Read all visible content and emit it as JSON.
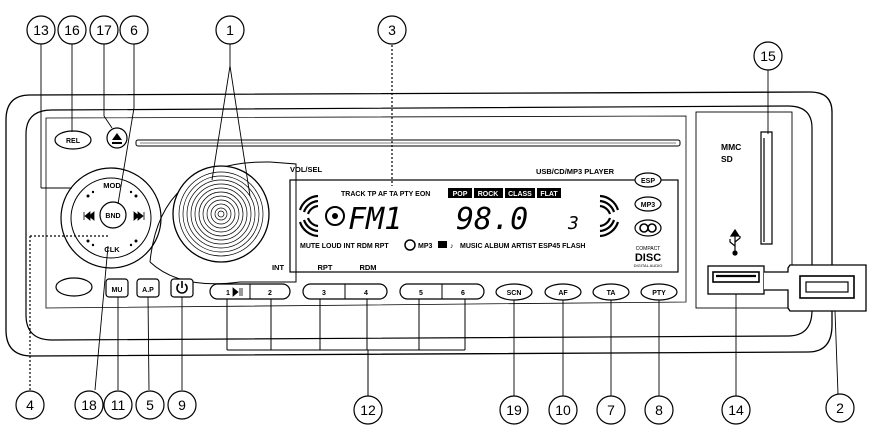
{
  "callouts": {
    "c1": "1",
    "c2": "2",
    "c3": "3",
    "c4": "4",
    "c5": "5",
    "c6": "6",
    "c7": "7",
    "c8": "8",
    "c9": "9",
    "c10": "10",
    "c11": "11",
    "c12": "12",
    "c13": "13",
    "c14": "14",
    "c15": "15",
    "c16": "16",
    "c17": "17",
    "c18": "18",
    "c19": "19"
  },
  "labels": {
    "rel": "REL",
    "mod": "MOD",
    "bnd": "BND",
    "clk": "CLK",
    "vol_sel": "VOL/SEL",
    "player": "USB/CD/MP3 PLAYER",
    "mmc": "MMC",
    "sd": "SD",
    "mu": "MU",
    "ap": "A.P",
    "int": "INT",
    "rpt": "RPT",
    "rdm": "RDM",
    "b1": "1",
    "b2": "2",
    "b3": "3",
    "b4": "4",
    "b5": "5",
    "b6": "6",
    "scn": "SCN",
    "af": "AF",
    "ta": "TA",
    "pty": "PTY",
    "esp": "ESP",
    "mp3_logo": "MP3",
    "compact": "COMPACT",
    "disc": "DISC",
    "digital_audio": "DIGITAL AUDIO"
  },
  "lcd": {
    "top_row": "TRACK TP AF TA PTY EON",
    "eq1": "POP",
    "eq2": "ROCK",
    "eq3": "CLASS",
    "eq4": "FLAT",
    "band": "FM1",
    "freq": "98.0",
    "preset": "3",
    "bottom_left": "MUTE LOUD INT RDM RPT",
    "mp3": "MP3",
    "bottom_right": "MUSIC ALBUM ARTIST ESP45 FLASH"
  }
}
